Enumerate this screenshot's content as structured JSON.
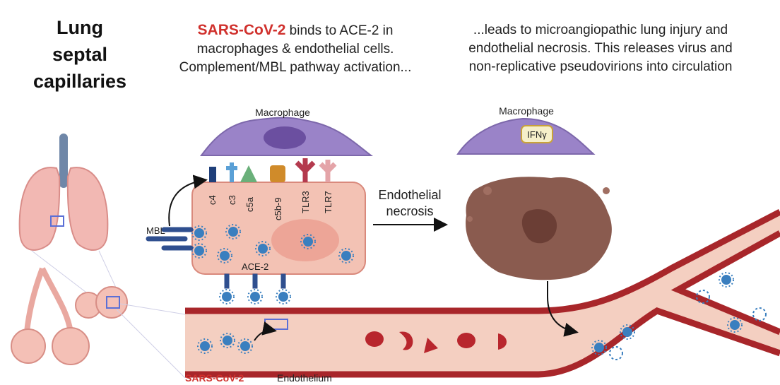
{
  "title": {
    "line1": "Lung",
    "line2": "septal",
    "line3": "capillaries"
  },
  "caption_left": {
    "virus": "SARS-CoV-2",
    "rest1": " binds to ACE-2 in",
    "line2": "macrophages & endothelial cells.",
    "line3": "Complement/MBL pathway activation..."
  },
  "caption_right": {
    "line1": "...leads to microangiopathic lung injury and",
    "line2": "endothelial necrosis. This releases virus and",
    "line3": "non-replicative pseudovirions into circulation"
  },
  "labels": {
    "macrophage_left": "Macrophage",
    "macrophage_right": "Macrophage",
    "ifn": "IFNγ",
    "c4": "c4",
    "c3": "c3",
    "c5a": "c5a",
    "c5b9": "c5b-9",
    "tlr3": "TLR3",
    "tlr7": "TLR7",
    "mbl": "MBL",
    "ace2": "ACE-2",
    "necrosis_line1": "Endothelial",
    "necrosis_line2": "necrosis",
    "virus_bottom": "SARS-CoV-2",
    "endothelium": "Endothelium"
  },
  "colors": {
    "virus_red": "#d0312d",
    "macrophage": "#9a83c8",
    "cell": "#f3c2b4",
    "vessel_wall": "#a8262a",
    "lumen": "#f4cfc1",
    "virus": "#3a7fbf",
    "necrosis": "#8a5b4f"
  }
}
